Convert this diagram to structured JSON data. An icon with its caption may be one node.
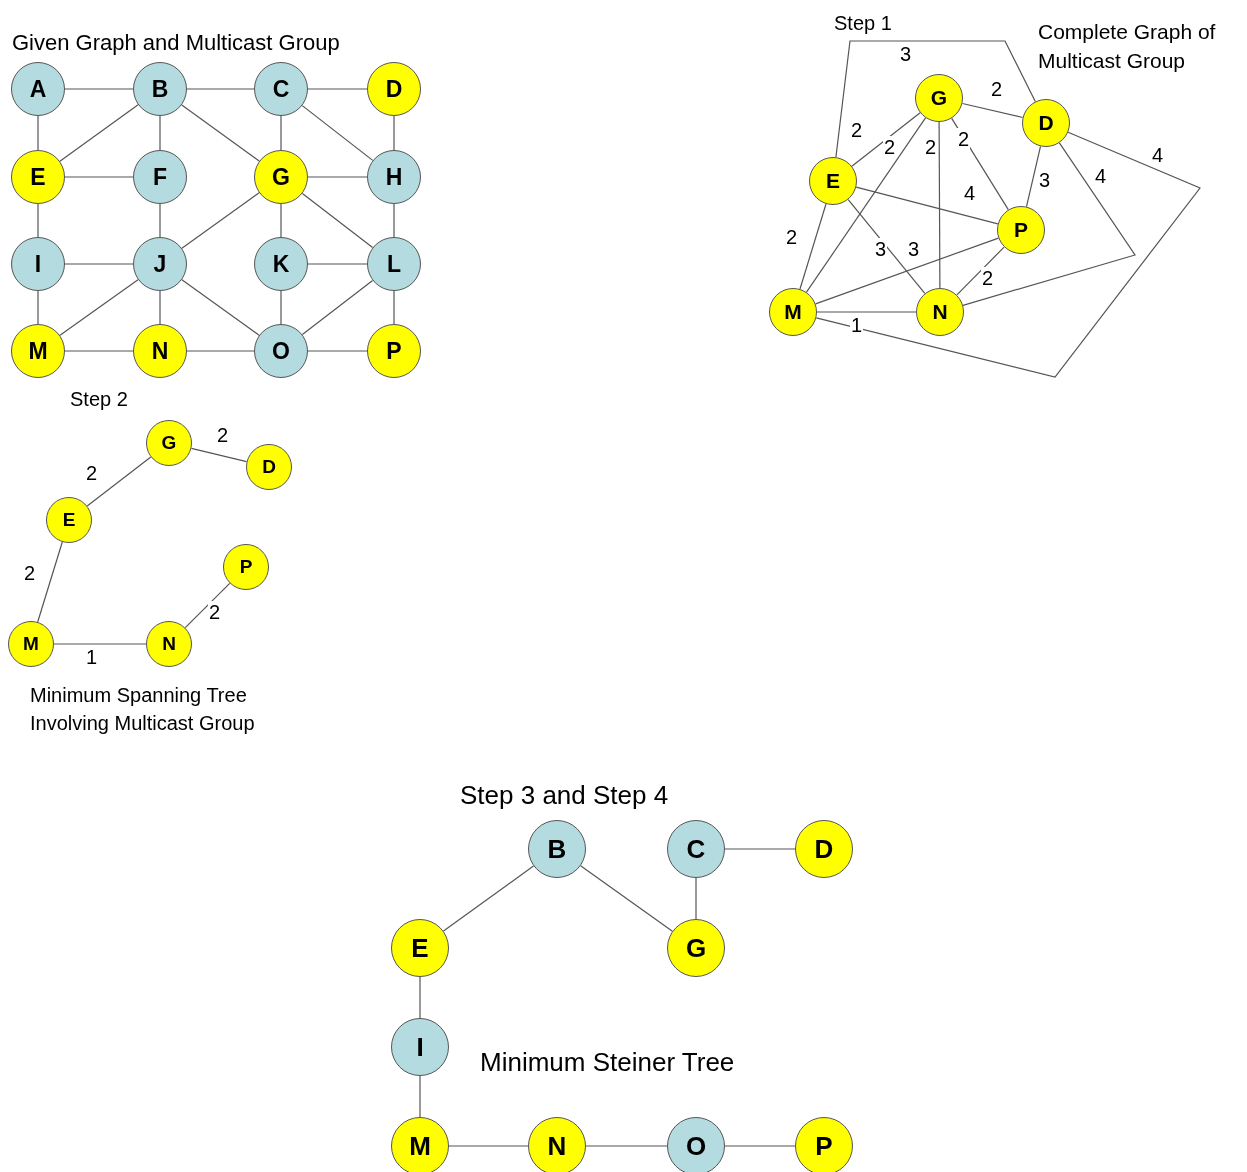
{
  "diagram": {
    "nodes": [
      {
        "text": [
          "A"
        ]
      },
      {
        "text": [
          "B"
        ]
      },
      {
        "text": [
          "C"
        ]
      },
      {
        "text": [
          "D"
        ]
      },
      {
        "text": [
          "E"
        ]
      },
      {
        "text": [
          "F"
        ]
      },
      {
        "text": [
          "G"
        ]
      },
      {
        "text": [
          "H"
        ]
      },
      {
        "text": [
          "I"
        ]
      },
      {
        "text": [
          "J"
        ]
      },
      {
        "text": [
          "K"
        ]
      },
      {
        "text": [
          "L"
        ]
      },
      {
        "text": [
          "M"
        ]
      },
      {
        "text": [
          "N"
        ]
      },
      {
        "text": [
          "O"
        ]
      },
      {
        "text": [
          "P"
        ]
      },
      {
        "text": [
          "G"
        ]
      },
      {
        "text": [
          "D"
        ]
      },
      {
        "text": [
          "E"
        ]
      },
      {
        "text": [
          "P"
        ]
      },
      {
        "text": [
          "M"
        ]
      },
      {
        "text": [
          "N"
        ]
      },
      {
        "text": [
          "G"
        ]
      },
      {
        "text": [
          "D"
        ]
      },
      {
        "text": [
          "E"
        ]
      },
      {
        "text": [
          "P"
        ]
      },
      {
        "text": [
          "M"
        ]
      },
      {
        "text": [
          "N"
        ]
      },
      {
        "text": [
          "B"
        ]
      },
      {
        "text": [
          "C"
        ]
      },
      {
        "text": [
          "D"
        ]
      },
      {
        "text": [
          "E"
        ]
      },
      {
        "text": [
          "G"
        ]
      },
      {
        "text": [
          "I"
        ]
      },
      {
        "text": [
          "M"
        ]
      },
      {
        "text": [
          "N"
        ]
      },
      {
        "text": [
          "O"
        ]
      },
      {
        "text": [
          "P"
        ]
      }
    ],
    "edges": [
      {
        "from": 0,
        "to": 1,
        "arrow": "none"
      },
      {
        "from": 1,
        "to": 2,
        "arrow": "none"
      },
      {
        "from": 2,
        "to": 3,
        "arrow": "none"
      },
      {
        "from": 0,
        "to": 4,
        "arrow": "none"
      },
      {
        "from": 1,
        "to": 4,
        "arrow": "none"
      },
      {
        "from": 1,
        "to": 5,
        "arrow": "none"
      },
      {
        "from": 1,
        "to": 6,
        "arrow": "none"
      },
      {
        "from": 2,
        "to": 6,
        "arrow": "none"
      },
      {
        "from": 2,
        "to": 7,
        "arrow": "none"
      },
      {
        "from": 3,
        "to": 7,
        "arrow": "none"
      },
      {
        "from": 4,
        "to": 5,
        "arrow": "none"
      },
      {
        "from": 6,
        "to": 7,
        "arrow": "none"
      },
      {
        "from": 4,
        "to": 8,
        "arrow": "none"
      },
      {
        "from": 5,
        "to": 9,
        "arrow": "none"
      },
      {
        "from": 6,
        "to": 9,
        "arrow": "none"
      },
      {
        "from": 6,
        "to": 10,
        "arrow": "none"
      },
      {
        "from": 6,
        "to": 11,
        "arrow": "none"
      },
      {
        "from": 7,
        "to": 11,
        "arrow": "none"
      },
      {
        "from": 8,
        "to": 9,
        "arrow": "none"
      },
      {
        "from": 10,
        "to": 11,
        "arrow": "none"
      },
      {
        "from": 8,
        "to": 12,
        "arrow": "none"
      },
      {
        "from": 9,
        "to": 12,
        "arrow": "none"
      },
      {
        "from": 9,
        "to": 13,
        "arrow": "none"
      },
      {
        "from": 9,
        "to": 14,
        "arrow": "none"
      },
      {
        "from": 10,
        "to": 14,
        "arrow": "none"
      },
      {
        "from": 11,
        "to": 14,
        "arrow": "none"
      },
      {
        "from": 11,
        "to": 15,
        "arrow": "none"
      },
      {
        "from": 12,
        "to": 13,
        "arrow": "none"
      },
      {
        "from": 13,
        "to": 14,
        "arrow": "none"
      },
      {
        "from": 14,
        "to": 15,
        "arrow": "none"
      },
      {
        "from": 18,
        "to": 17,
        "arrow": "none",
        "label": "3"
      },
      {
        "from": 16,
        "to": 17,
        "arrow": "none",
        "label": "2"
      },
      {
        "from": 18,
        "to": 16,
        "arrow": "none",
        "label": "2"
      },
      {
        "from": 20,
        "to": 16,
        "arrow": "none",
        "label": "2"
      },
      {
        "from": 21,
        "to": 16,
        "arrow": "none",
        "label": "2"
      },
      {
        "from": 16,
        "to": 19,
        "arrow": "none",
        "label": "2"
      },
      {
        "from": 17,
        "to": 19,
        "arrow": "none",
        "label": "3"
      },
      {
        "from": 18,
        "to": 19,
        "arrow": "none",
        "label": "4"
      },
      {
        "from": 17,
        "to": 21,
        "arrow": "none",
        "label": "4"
      },
      {
        "from": 17,
        "to": 20,
        "arrow": "none",
        "label": "4"
      },
      {
        "from": 18,
        "to": 21,
        "arrow": "none",
        "label": "3"
      },
      {
        "from": 20,
        "to": 19,
        "arrow": "none",
        "label": "3"
      },
      {
        "from": 18,
        "to": 20,
        "arrow": "none",
        "label": "2"
      },
      {
        "from": 20,
        "to": 21,
        "arrow": "none",
        "label": "1"
      },
      {
        "from": 19,
        "to": 21,
        "arrow": "none",
        "label": "2"
      },
      {
        "from": 24,
        "to": 22,
        "arrow": "none",
        "label": "2"
      },
      {
        "from": 22,
        "to": 23,
        "arrow": "none",
        "label": "2"
      },
      {
        "from": 24,
        "to": 26,
        "arrow": "none",
        "label": "2"
      },
      {
        "from": 26,
        "to": 27,
        "arrow": "none",
        "label": "1"
      },
      {
        "from": 27,
        "to": 25,
        "arrow": "none",
        "label": "2"
      },
      {
        "from": 31,
        "to": 28,
        "arrow": "none"
      },
      {
        "from": 28,
        "to": 32,
        "arrow": "none"
      },
      {
        "from": 29,
        "to": 32,
        "arrow": "none"
      },
      {
        "from": 29,
        "to": 30,
        "arrow": "none"
      },
      {
        "from": 31,
        "to": 33,
        "arrow": "none"
      },
      {
        "from": 33,
        "to": 34,
        "arrow": "none"
      },
      {
        "from": 34,
        "to": 35,
        "arrow": "none"
      },
      {
        "from": 35,
        "to": 36,
        "arrow": "none"
      },
      {
        "from": 36,
        "to": 37,
        "arrow": "none"
      }
    ],
    "labels": [
      "Step 1",
      "Given Graph and Multicast Group",
      "Complete Graph of Multicast Group",
      "Step 2",
      "Minimum Spanning Tree Involving Multicast Group",
      "Step 3 and Step 4",
      "Minimum Steiner Tree"
    ]
  }
}
